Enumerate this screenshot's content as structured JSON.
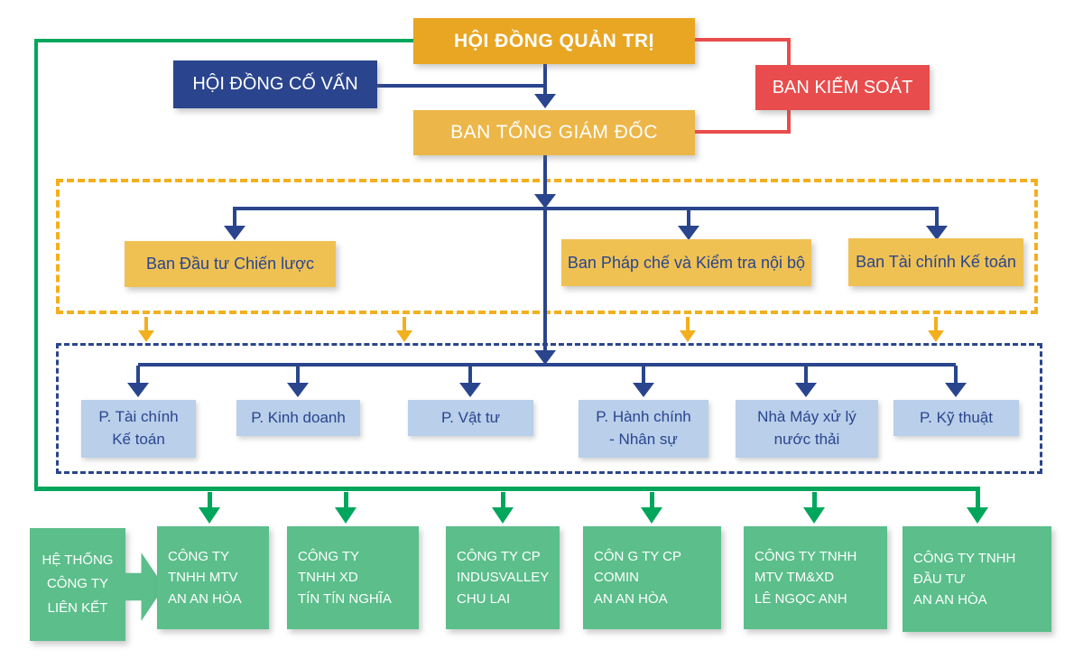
{
  "org": {
    "board": {
      "label": "HỘI ĐỒNG QUẢN TRỊ"
    },
    "advisory": {
      "label": "HỘI ĐỒNG CỐ VẤN"
    },
    "supervisory": {
      "label": "BAN KIỂM SOÁT"
    },
    "general_directorate": {
      "label": "BAN TỔNG GIÁM ĐỐC"
    },
    "committees": {
      "items": [
        {
          "label": "Ban Đầu tư Chiến lược"
        },
        {
          "label": "Ban Pháp chế và Kiểm tra nội bộ"
        },
        {
          "label": "Ban Tài chính Kế toán"
        }
      ]
    },
    "departments": {
      "items": [
        {
          "label": "P. Tài chính\nKế toán"
        },
        {
          "label": "P. Kinh doanh"
        },
        {
          "label": "P. Vật tư"
        },
        {
          "label": "P. Hành chính\n- Nhân sự"
        },
        {
          "label": "Nhà Máy xử lý\nnước thải"
        },
        {
          "label": "P. Kỹ thuật"
        }
      ]
    },
    "affiliates": {
      "header": "HỆ THỐNG\nCÔNG TY\nLIÊN KẾT",
      "items": [
        {
          "label": "CÔNG TY\nTNHH MTV\nAN AN HÒA"
        },
        {
          "label": "CÔNG TY\nTNHH XD\nTÍN TÍN NGHĨA"
        },
        {
          "label": "CÔNG TY CP\nINDUSVALLEY\nCHU LAI"
        },
        {
          "label": "CÔN G TY CP\nCOMIN\nAN AN HÒA"
        },
        {
          "label": "CÔNG TY TNHH\nMTV TM&XD\nLÊ NGỌC ANH"
        },
        {
          "label": "CÔNG TY TNHH\nĐẦU TƯ\nAN AN HÒA"
        }
      ]
    }
  },
  "colors": {
    "gold-dark": "#E8A623",
    "gold-mid": "#ECB648",
    "gold-light": "#EFC153",
    "navy": "#2A458D",
    "red": "#E84C4C",
    "light-blue": "#B9CFEA",
    "green": "#00A65C",
    "green-box": "#5BBE8B",
    "yellow-line": "#F2B01E"
  }
}
